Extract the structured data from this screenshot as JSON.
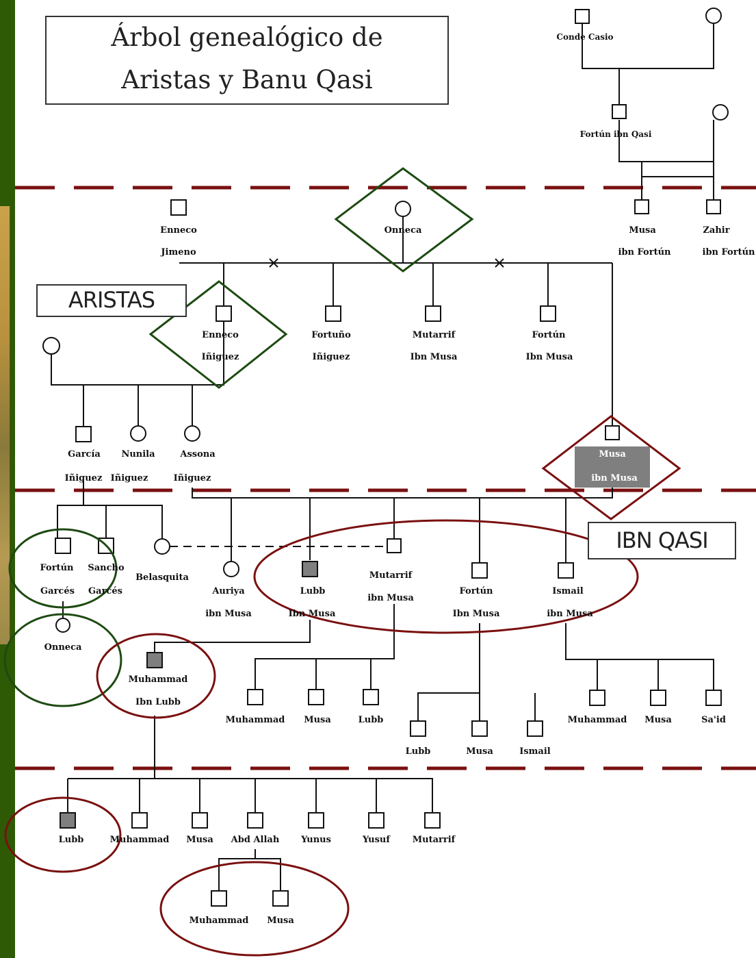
{
  "title": {
    "line1": "Árbol genealógico de",
    "line2": "Aristas y Banu Qasi"
  },
  "sections": {
    "aristas": "ARISTAS",
    "ibn_qasi": "IBN QASI"
  },
  "colors": {
    "sidebar": "#2e5a06",
    "green_mark": "#1d4a12",
    "red_mark": "#7a1010",
    "highlight_fill": "#7f7f7f"
  },
  "people": {
    "conde_casio": "Conde Casio",
    "fortun_ibn_qasi": "Fortún ibn Qasi",
    "enneco_jimeno_1": "Enneco",
    "enneco_jimeno_2": "Jimeno",
    "onneca_top": "Onneca",
    "musa_ibn_fortun_1": "Musa",
    "musa_ibn_fortun_2": "ibn Fortún",
    "zahir_1": "Zahir",
    "zahir_2": "ibn Fortún",
    "enneco_iniguez_1": "Enneco",
    "enneco_iniguez_2": "Iñiguez",
    "fortuno_1": "Fortuño",
    "fortuno_2": "Iñiguez",
    "mutarrif_top_1": "Mutarrif",
    "mutarrif_top_2": "Ibn Musa",
    "fortun_top_1": "Fortún",
    "fortun_top_2": "Ibn Musa",
    "garcia_1": "García",
    "garcia_2": "Iñiguez",
    "nunila_1": "Nunila",
    "nunila_2": "Iñiguez",
    "assona_1": "Assona",
    "assona_2": "Iñiguez",
    "musa_ibn_musa_1": "Musa",
    "musa_ibn_musa_2": "ibn Musa",
    "fortun_garces_1": "Fortún",
    "fortun_garces_2": "Garcés",
    "sancho_1": "Sancho",
    "sancho_2": "Garcés",
    "belasquita": "Belasquita",
    "onneca_low": "Onneca",
    "auriya_1": "Auriya",
    "auriya_2": "ibn Musa",
    "lubb_1": "Lubb",
    "lubb_2": "Ibn Musa",
    "mutarrif_mid_1": "Mutarrif",
    "mutarrif_mid_2": "ibn Musa",
    "fortun_mid_1": "Fortún",
    "fortun_mid_2": "Ibn Musa",
    "ismail_1": "Ismail",
    "ismail_2": "ibn Musa",
    "muhammad_ibn_lubb_1": "Muhammad",
    "muhammad_ibn_lubb_2": "Ibn Lubb",
    "mut_son_muhammad": "Muhammad",
    "mut_son_musa": "Musa",
    "mut_son_lubb": "Lubb",
    "for_son_lubb": "Lubb",
    "for_son_musa": "Musa",
    "for_son_ismail": "Ismail",
    "ism_son_muhammad": "Muhammad",
    "ism_son_musa": "Musa",
    "ism_son_said": "Sa'id",
    "g_lubb": "Lubb",
    "g_muhammad": "Muhammad",
    "g_musa": "Musa",
    "g_abdallah": "Abd Allah",
    "g_yunus": "Yunus",
    "g_yusuf": "Yusuf",
    "g_mutarrif": "Mutarrif",
    "gg_muhammad": "Muhammad",
    "gg_musa": "Musa"
  }
}
